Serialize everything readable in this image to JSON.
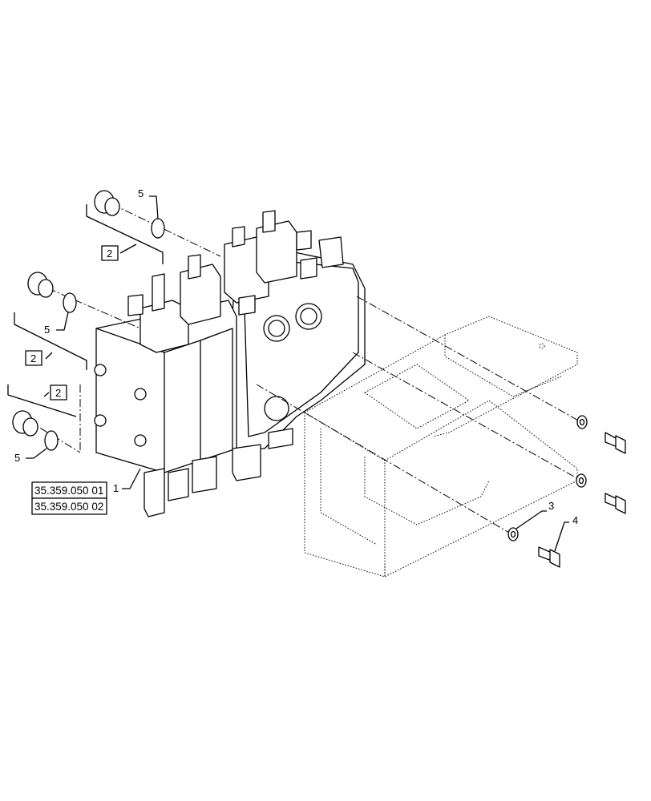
{
  "callouts": {
    "item_1": "1",
    "item_2": "2",
    "item_3": "3",
    "item_4": "4",
    "item_5": "5"
  },
  "references": [
    "35.359.050 01",
    "35.359.050 02"
  ]
}
